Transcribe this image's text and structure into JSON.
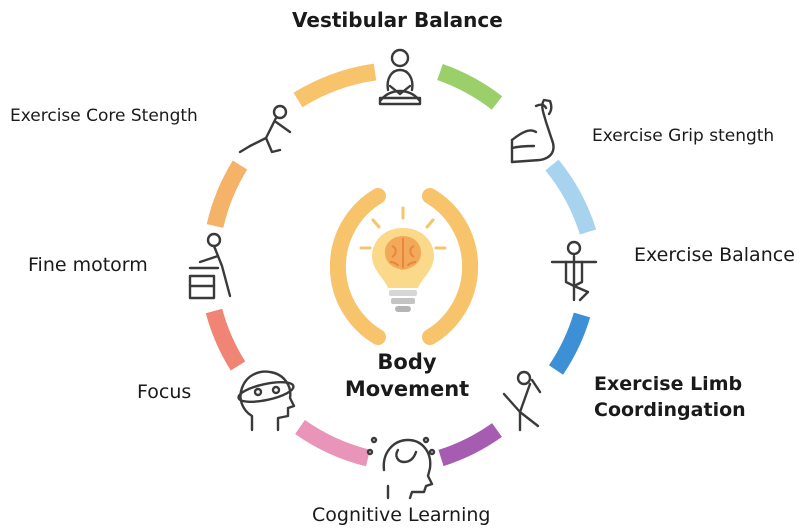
{
  "diagram": {
    "center": {
      "line1": "Body",
      "line2": "Movement"
    },
    "nodes": [
      {
        "id": "vestibular",
        "label": "Vestibular Balance",
        "icon": "meditation-icon"
      },
      {
        "id": "grip",
        "label": "Exercise Grip stength",
        "icon": "flexed-arm-icon"
      },
      {
        "id": "balance",
        "label": "Exercise Balance",
        "icon": "tree-pose-icon"
      },
      {
        "id": "limb",
        "label_line1": "Exercise Limb",
        "label_line2": "Coordingation",
        "icon": "stretch-pose-icon"
      },
      {
        "id": "cognitive",
        "label": "Cognitive Learning",
        "icon": "brain-head-icon"
      },
      {
        "id": "focus",
        "label": "Focus",
        "icon": "head-orbit-icon"
      },
      {
        "id": "fine",
        "label": "Fine motorm",
        "icon": "desk-person-icon"
      },
      {
        "id": "core",
        "label": "Exercise Core Stength",
        "icon": "situp-icon"
      }
    ],
    "colors": {
      "arc_top": "#f7c36b",
      "arc_green": "#9bcf6a",
      "arc_lightblue": "#a8d3ee",
      "arc_blue": "#3d8fd6",
      "arc_purple": "#a65cb0",
      "arc_pink": "#e895b9",
      "arc_red": "#f08576",
      "arc_orange": "#f5b36a",
      "bulb_arc": "#f7c36b",
      "icon_stroke": "#3a3a3a"
    }
  }
}
